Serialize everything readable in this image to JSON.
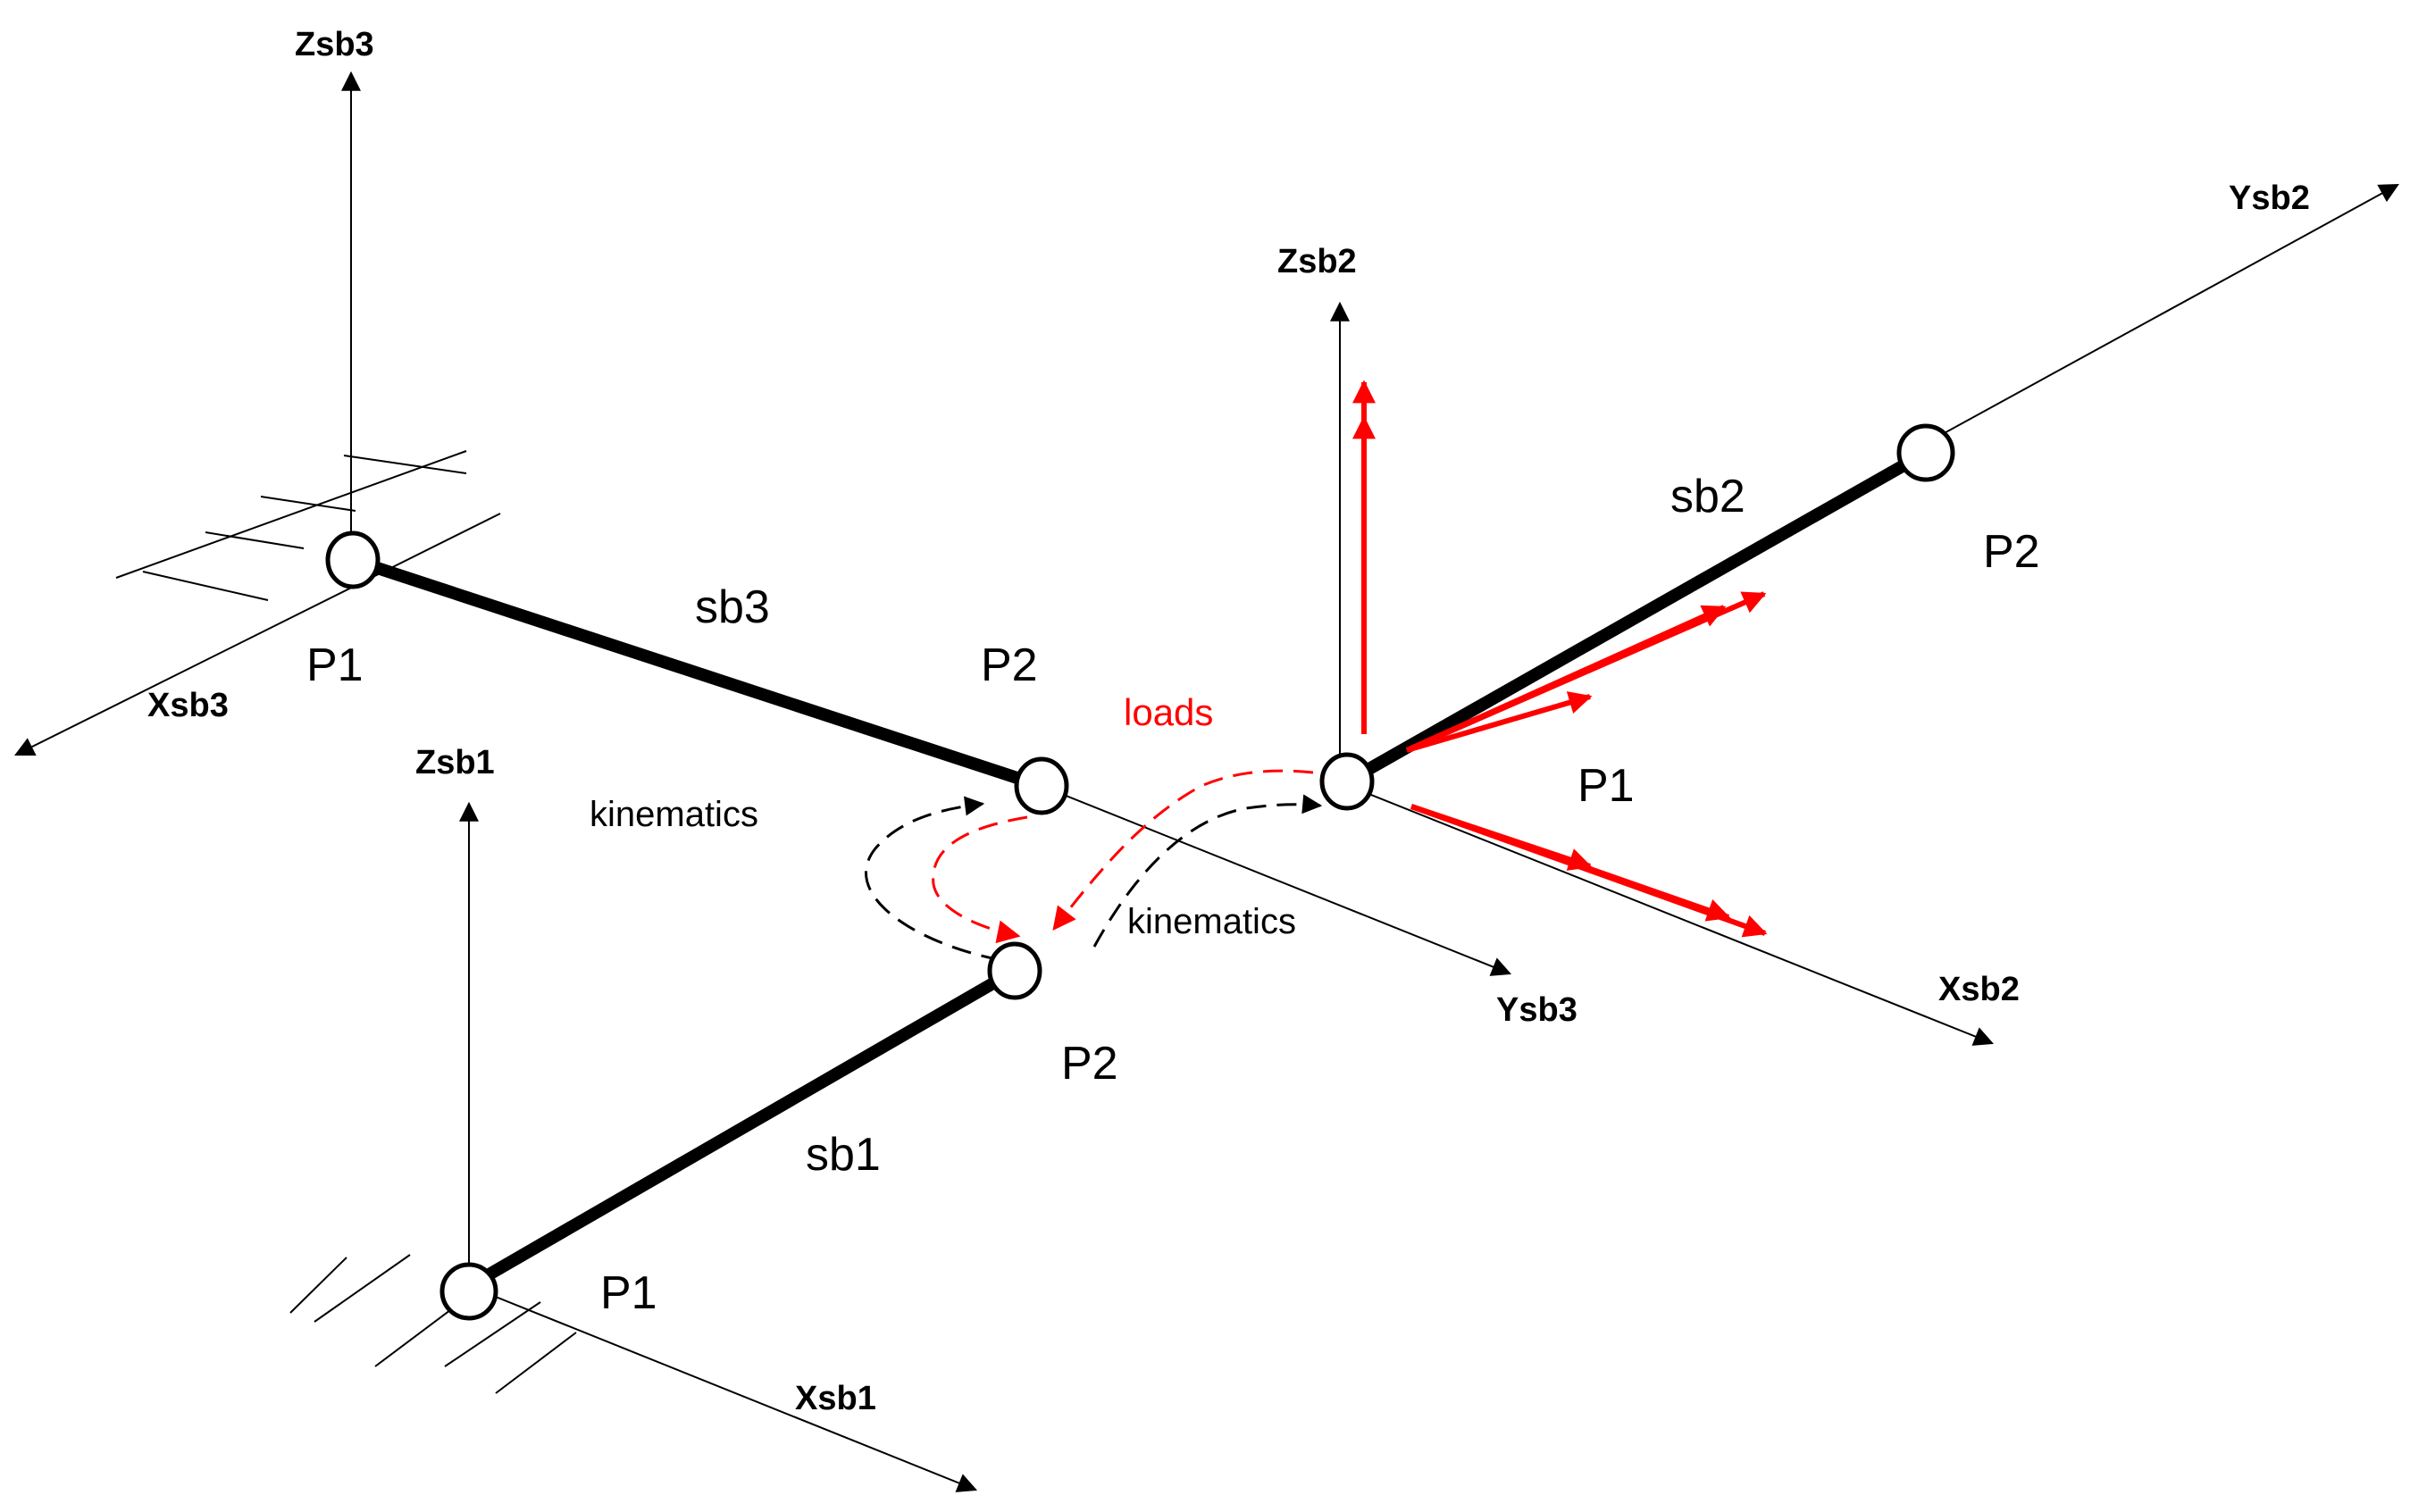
{
  "axes": {
    "zsb3": "Zsb3",
    "xsb3": "Xsb3",
    "ysb3": "Ysb3",
    "zsb1": "Zsb1",
    "xsb1": "Xsb1",
    "zsb2": "Zsb2",
    "ysb2": "Ysb2",
    "xsb2": "Xsb2"
  },
  "bodies": {
    "sb1": "sb1",
    "sb2": "sb2",
    "sb3": "sb3"
  },
  "points": {
    "sb3_p1": "P1",
    "sb3_p2": "P2",
    "sb1_p1": "P1",
    "sb1_p2": "P2",
    "sb2_p1": "P1",
    "sb2_p2": "P2"
  },
  "annotations": {
    "kinematics_left": "kinematics",
    "kinematics_right": "kinematics",
    "loads": "loads"
  },
  "colors": {
    "loads": "#ff0000",
    "structure": "#000000"
  }
}
